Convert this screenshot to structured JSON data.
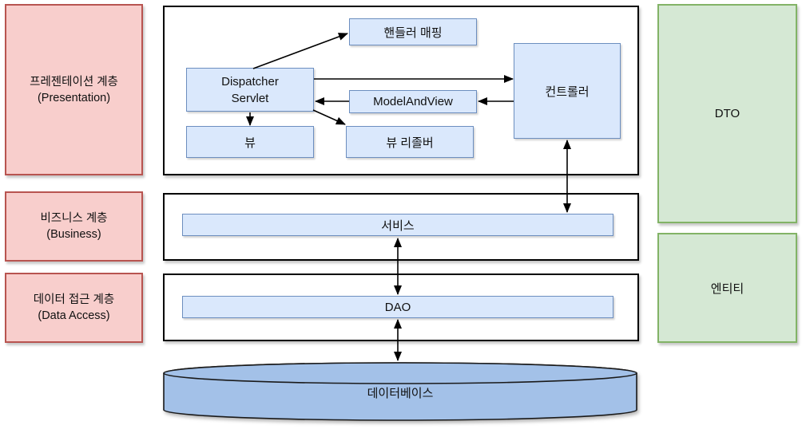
{
  "layers_left": [
    {
      "line1": "프레젠테이션 계층",
      "line2": "(Presentation)"
    },
    {
      "line1": "비즈니스 계층",
      "line2": "(Business)"
    },
    {
      "line1": "데이터 접근 계층",
      "line2": "(Data Access)"
    }
  ],
  "nodes": {
    "handler_mapping": "핸들러 매핑",
    "dispatcher_servlet_line1": "Dispatcher",
    "dispatcher_servlet_line2": "Servlet",
    "model_and_view": "ModelAndView",
    "controller": "컨트롤러",
    "view": "뷰",
    "view_resolver": "뷰 리졸버",
    "service": "서비스",
    "dao": "DAO",
    "database": "데이터베이스"
  },
  "side_right": {
    "dto": "DTO",
    "entity": "엔티티"
  },
  "colors": {
    "layer_fill": "#f8cecc",
    "layer_border": "#b85450",
    "node_fill": "#dae8fc",
    "node_border": "#6c8ebf",
    "side_fill": "#d5e8d4",
    "side_border": "#82b366",
    "database_fill": "#a3c1e8",
    "database_border": "#1a1a1a",
    "container_border": "#000000",
    "arrow": "#000000"
  }
}
